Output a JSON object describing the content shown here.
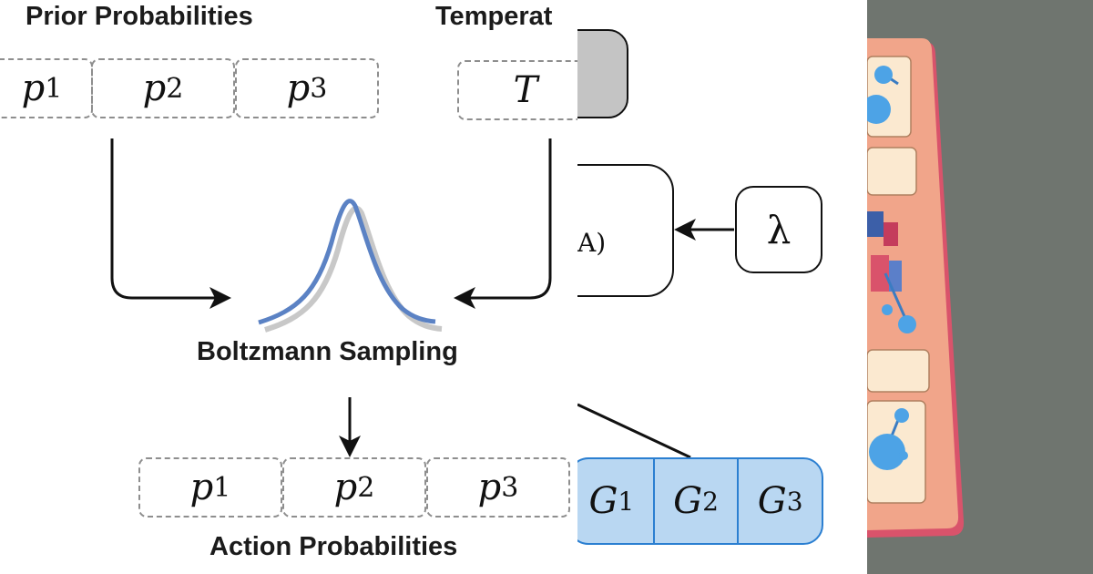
{
  "left": {
    "prior_heading": "Prior Probabilities",
    "temp_heading": "Temperat",
    "prior_cells": [
      {
        "sym": "p",
        "sub": "1"
      },
      {
        "sym": "p",
        "sub": "2"
      },
      {
        "sym": "p",
        "sub": "3"
      }
    ],
    "temp_cell": {
      "sym": "T"
    },
    "sampling_label": "Boltzmann Sampling",
    "action_cells": [
      {
        "sym": "p",
        "sub": "1"
      },
      {
        "sym": "p",
        "sub": "2"
      },
      {
        "sym": "p",
        "sub": "3"
      }
    ],
    "action_label": "Action Probabilities"
  },
  "middle": {
    "lambda": "λ",
    "fragment": "A)",
    "g_cells": [
      {
        "sym": "G",
        "sub": "1"
      },
      {
        "sym": "G",
        "sub": "2"
      },
      {
        "sym": "G",
        "sub": "3"
      }
    ]
  },
  "right": {
    "colors": {
      "background": "#6f756f",
      "board": "#f1a58a",
      "board_edge": "#d9536b",
      "sphere": "#4da3e6"
    }
  }
}
